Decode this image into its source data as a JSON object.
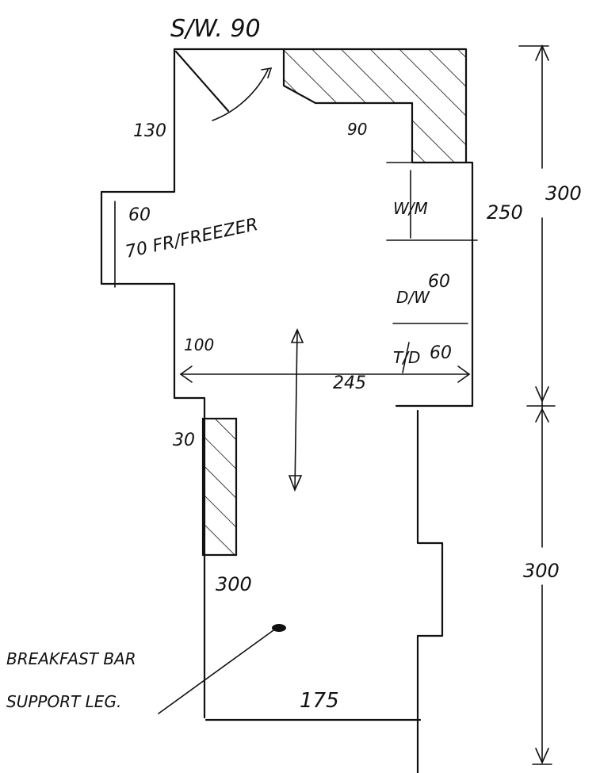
{
  "title": "S/W. 90",
  "labels": {
    "d130": "130",
    "d90_counter": "90",
    "wm": "W/M",
    "d250": "250",
    "d300_top": "300",
    "d300_bottom": "300",
    "d60_fridge": "60",
    "fridge": "70 FR/FREEZER",
    "dw": "D/W",
    "d60_dw": "60",
    "d100": "100",
    "td": "T/D",
    "d60_td": "60",
    "d245": "245",
    "d30": "30",
    "d300_bar": "300",
    "breakfast_bar": "BREAKFAST BAR",
    "support_leg": "SUPPORT LEG.",
    "d175": "175"
  },
  "colors": {
    "ink": "#111111",
    "paper": "#ffffff"
  }
}
